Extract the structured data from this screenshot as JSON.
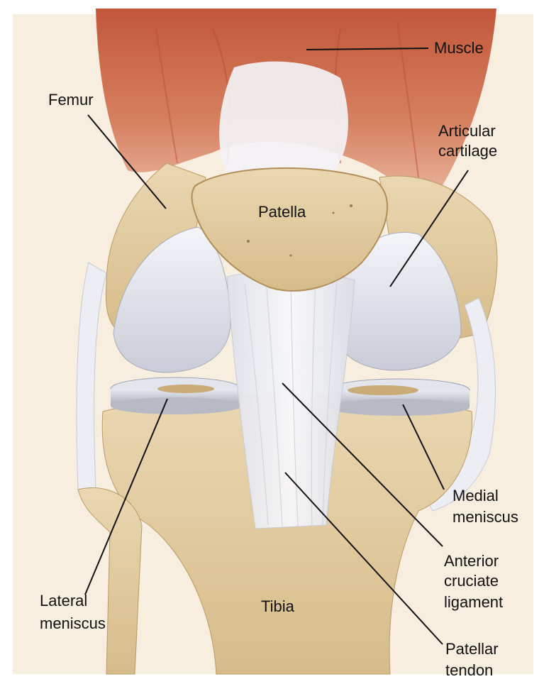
{
  "labels": {
    "muscle": "Muscle",
    "femur": "Femur",
    "articular_cartilage": [
      "Articular",
      "cartilage"
    ],
    "patella": "Patella",
    "medial_meniscus": [
      "Medial",
      "meniscus"
    ],
    "anterior_cruciate_ligament": [
      "Anterior",
      "cruciate",
      "ligament"
    ],
    "lateral_meniscus": [
      "Lateral",
      "meniscus"
    ],
    "tibia": "Tibia",
    "patellar_tendon": [
      "Patellar",
      "tendon"
    ]
  },
  "colors": {
    "muscle": "#c8684a",
    "muscle_light": "#e7a58a",
    "bone": "#e6d0a6",
    "bone_dark": "#c7ab77",
    "cartilage": "#e4e6ee",
    "ligament": "#f1f1f4",
    "skin": "#f6ecdc",
    "leader_line": "#111111"
  }
}
